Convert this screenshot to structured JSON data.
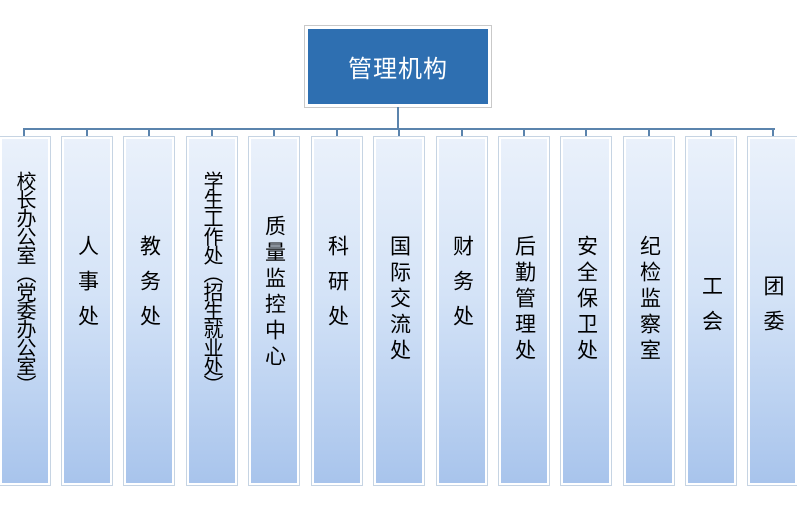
{
  "chart": {
    "root": "管理机构",
    "departments": [
      "校长办公室（党委办公室）",
      "人事处",
      "教务处",
      "学生工作处（招生就业处）",
      "质量监控中心",
      "科研处",
      "国际交流处",
      "财务处",
      "后勤管理处",
      "安全保卫处",
      "纪检监察室",
      "工会",
      "团委"
    ]
  }
}
